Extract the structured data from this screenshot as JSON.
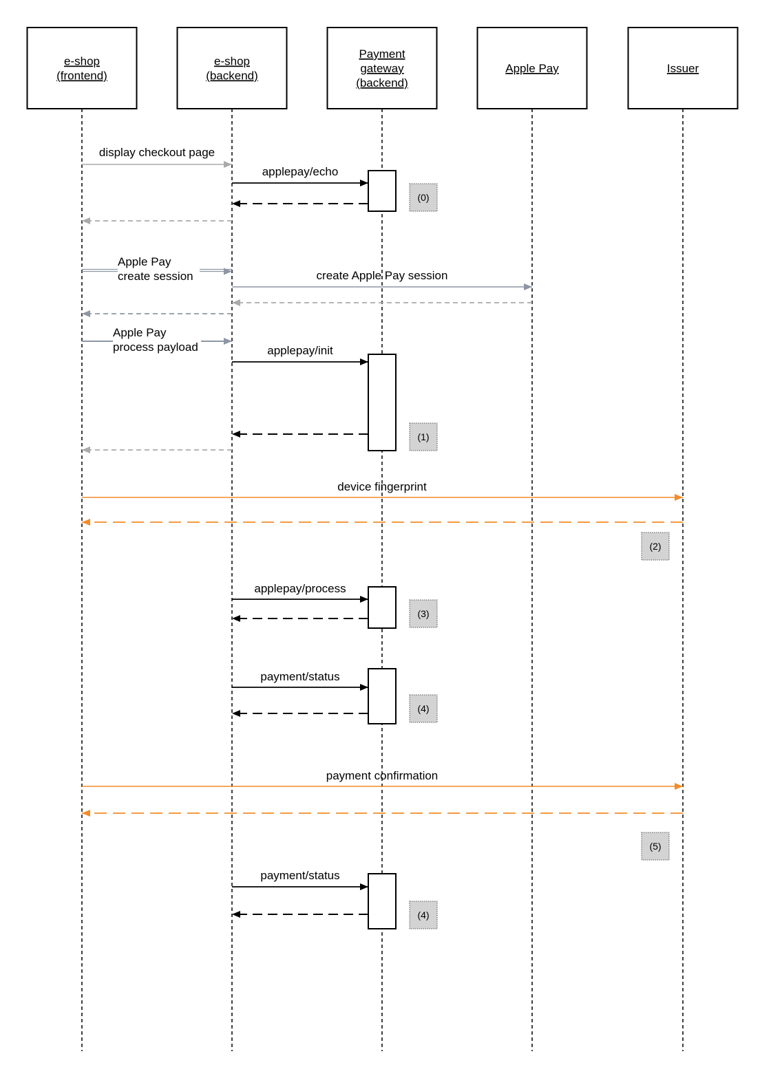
{
  "colors": {
    "black": "#000000",
    "light_gray": "#aaaaaa",
    "slate_gray": "#8e96a3",
    "orange": "#f28c28",
    "note_fill": "#d3d3d3"
  },
  "participants": [
    {
      "id": "frontend",
      "lines": [
        "e-shop",
        "(frontend)"
      ]
    },
    {
      "id": "backend",
      "lines": [
        "e-shop",
        "(backend)"
      ]
    },
    {
      "id": "gateway",
      "lines": [
        "Payment",
        "gateway",
        "(backend)"
      ]
    },
    {
      "id": "applepay",
      "lines": [
        "Apple Pay"
      ]
    },
    {
      "id": "issuer",
      "lines": [
        "Issuer"
      ]
    }
  ],
  "messages": [
    {
      "from": "frontend",
      "to": "backend",
      "label": [
        "display checkout page"
      ],
      "color": "light_gray",
      "style": "solid"
    },
    {
      "from": "backend",
      "to": "gateway",
      "label": [
        "applepay/echo"
      ],
      "color": "black",
      "style": "solid"
    },
    {
      "from": "gateway",
      "to": "backend",
      "label": [],
      "color": "black",
      "style": "dashed"
    },
    {
      "from": "backend",
      "to": "frontend",
      "label": [],
      "color": "light_gray",
      "style": "dotted"
    },
    {
      "from": "frontend",
      "to": "backend",
      "label": [
        "Apple Pay",
        "create session"
      ],
      "color": "slate_gray",
      "style": "double"
    },
    {
      "from": "backend",
      "to": "applepay",
      "label": [
        "create Apple Pay session"
      ],
      "color": "slate_gray",
      "style": "solid"
    },
    {
      "from": "applepay",
      "to": "backend",
      "label": [],
      "color": "light_gray",
      "style": "dotted"
    },
    {
      "from": "backend",
      "to": "frontend",
      "label": [],
      "color": "slate_gray",
      "style": "dotted"
    },
    {
      "from": "frontend",
      "to": "backend",
      "label": [
        "Apple Pay",
        "process payload"
      ],
      "color": "slate_gray",
      "style": "solid"
    },
    {
      "from": "backend",
      "to": "gateway",
      "label": [
        "applepay/init"
      ],
      "color": "black",
      "style": "solid"
    },
    {
      "from": "gateway",
      "to": "backend",
      "label": [],
      "color": "black",
      "style": "dashed"
    },
    {
      "from": "backend",
      "to": "frontend",
      "label": [],
      "color": "light_gray",
      "style": "dotted"
    },
    {
      "from": "frontend",
      "to": "issuer",
      "label": [
        "device fingerprint"
      ],
      "color": "orange",
      "style": "solid"
    },
    {
      "from": "issuer",
      "to": "frontend",
      "label": [],
      "color": "orange",
      "style": "dashed"
    },
    {
      "from": "backend",
      "to": "gateway",
      "label": [
        "applepay/process"
      ],
      "color": "black",
      "style": "solid"
    },
    {
      "from": "gateway",
      "to": "backend",
      "label": [],
      "color": "black",
      "style": "dashed"
    },
    {
      "from": "backend",
      "to": "gateway",
      "label": [
        "payment/status"
      ],
      "color": "black",
      "style": "solid"
    },
    {
      "from": "gateway",
      "to": "backend",
      "label": [],
      "color": "black",
      "style": "dashed"
    },
    {
      "from": "frontend",
      "to": "issuer",
      "label": [
        "payment confirmation"
      ],
      "color": "orange",
      "style": "solid"
    },
    {
      "from": "issuer",
      "to": "frontend",
      "label": [],
      "color": "orange",
      "style": "dashed"
    },
    {
      "from": "backend",
      "to": "gateway",
      "label": [
        "payment/status"
      ],
      "color": "black",
      "style": "solid"
    },
    {
      "from": "gateway",
      "to": "backend",
      "label": [],
      "color": "black",
      "style": "dashed"
    }
  ],
  "notes": [
    "(0)",
    "(1)",
    "(2)",
    "(3)",
    "(4)",
    "(5)",
    "(4)"
  ]
}
